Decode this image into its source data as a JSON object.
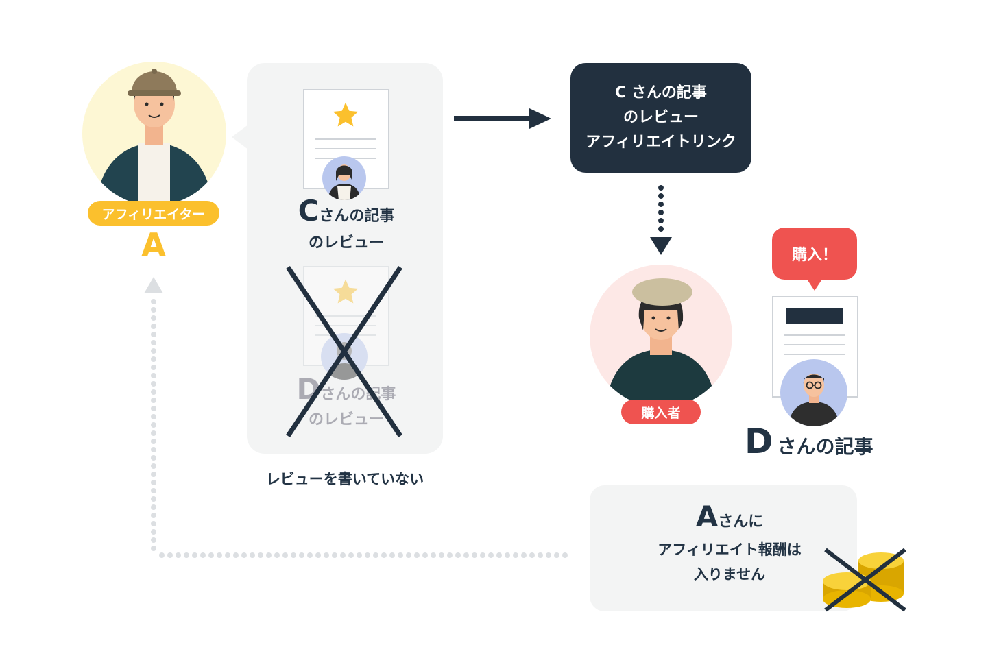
{
  "affiliator": {
    "role_label": "アフィリエイター",
    "letter": "A"
  },
  "review_c": {
    "letter": "C",
    "suffix": "さんの記事",
    "line2": "のレビュー"
  },
  "review_d": {
    "letter": "D",
    "suffix": "さんの記事",
    "line2": "のレビュー"
  },
  "not_written_caption": "レビューを書いていない",
  "link_box": {
    "line1": "C さんの記事",
    "line2": "のレビュー",
    "line3": "アフィリエイトリンク"
  },
  "buyer": {
    "label": "購入者"
  },
  "purchase_bubble": "購入！",
  "article_d": {
    "letter": "D",
    "suffix": "さんの記事"
  },
  "reward": {
    "letter": "A",
    "suffix": "さんに",
    "line2": "アフィリエイト報酬は",
    "line3": "入りません"
  },
  "colors": {
    "dark": "#22303f",
    "yellow": "#fbc02d",
    "red": "#ef5350",
    "panel": "#f3f4f4",
    "dots": "#dcdfe2"
  }
}
